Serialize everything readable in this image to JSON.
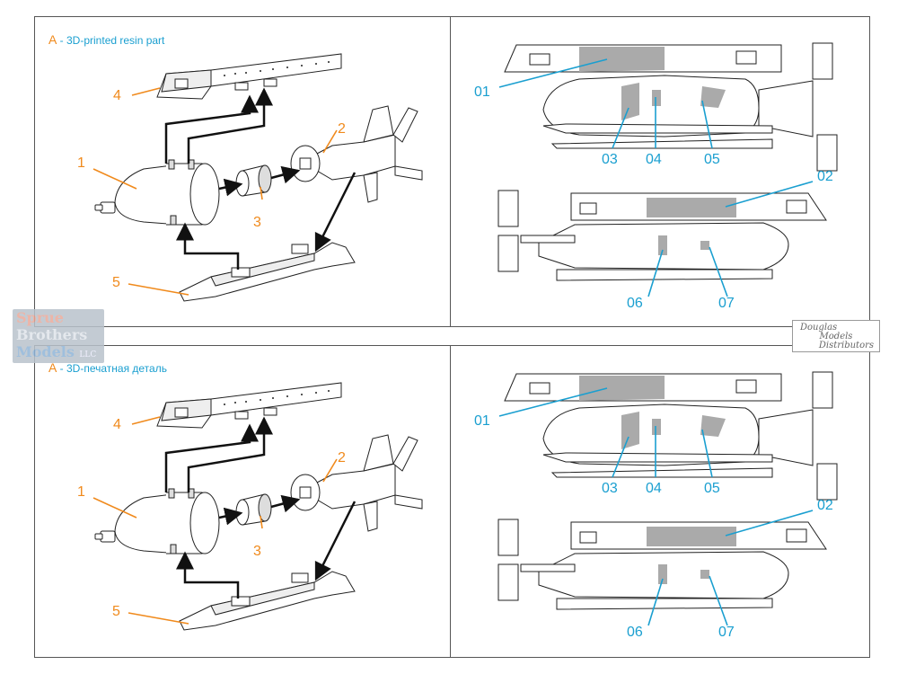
{
  "top": {
    "header_letter": "A",
    "header_text": " - 3D-printed resin part",
    "parts": [
      "1",
      "2",
      "3",
      "4",
      "5"
    ],
    "labels_right_upper": [
      "01",
      "03",
      "04",
      "05"
    ],
    "labels_right_lower": [
      "02",
      "06",
      "07"
    ]
  },
  "bottom": {
    "header_letter": "A",
    "header_text": " - 3D-печатная деталь",
    "parts": [
      "1",
      "2",
      "3",
      "4",
      "5"
    ],
    "labels_right_upper": [
      "01",
      "03",
      "04",
      "05"
    ],
    "labels_right_lower": [
      "02",
      "06",
      "07"
    ]
  },
  "watermark": {
    "line1": "Sprue",
    "line2": "Brothers",
    "line3": "Models",
    "suffix": "LLC"
  },
  "distributor": {
    "line1": "Douglas",
    "line2": "Models",
    "line3": "Distributors"
  },
  "colors": {
    "callout_orange": "#f08a1c",
    "callout_cyan": "#1a9fd0"
  }
}
